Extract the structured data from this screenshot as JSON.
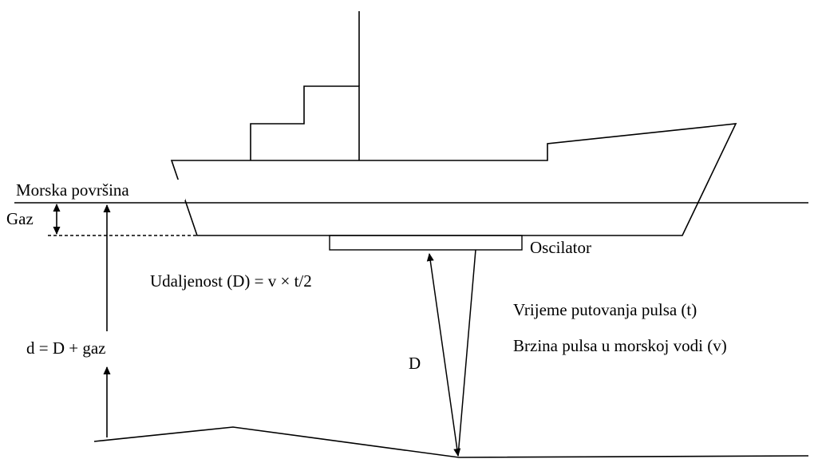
{
  "labels": {
    "sea_surface": "Morska površina",
    "draft": "Gaz",
    "oscillator": "Oscilator",
    "distance_formula": "Udaljenost (D) = v × t/2",
    "travel_time": "Vrijeme putovanja pulsa (t)",
    "pulse_speed": "Brzina pulsa u morskoj vodi (v)",
    "depth_formula": "d = D + gaz",
    "D": "D"
  },
  "colors": {
    "ink": "#000000",
    "background": "#ffffff"
  }
}
